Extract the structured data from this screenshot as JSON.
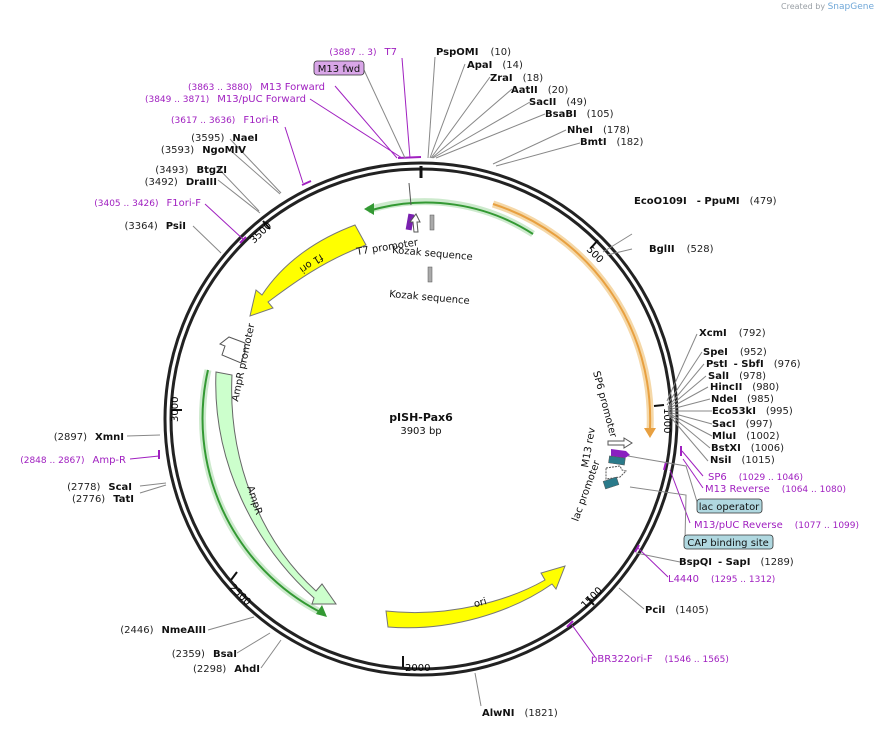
{
  "credit": {
    "prefix": "Created by",
    "brand": "SnapGene"
  },
  "plasmid": {
    "name": "pISH-Pax6",
    "length": "3903 bp"
  },
  "ticks": [
    "500",
    "1000",
    "1500",
    "2000",
    "2500",
    "3000",
    "3500"
  ],
  "enzymes": [
    {
      "name": "PspOMI",
      "pos": "(10)"
    },
    {
      "name": "ApaI",
      "pos": "(14)"
    },
    {
      "name": "ZraI",
      "pos": "(18)"
    },
    {
      "name": "AatII",
      "pos": "(20)"
    },
    {
      "name": "SacII",
      "pos": "(49)"
    },
    {
      "name": "BsaBI",
      "pos": "(105)"
    },
    {
      "name": "NheI",
      "pos": "(178)"
    },
    {
      "name": "BmtI",
      "pos": "(182)"
    },
    {
      "name": "EcoO109I",
      "pos": "(479)",
      "name2": "PpuMI"
    },
    {
      "name": "BglII",
      "pos": "(528)"
    },
    {
      "name": "XcmI",
      "pos": "(792)"
    },
    {
      "name": "SpeI",
      "pos": "(952)"
    },
    {
      "name": "PstI",
      "pos": "(976)",
      "name2": "SbfI"
    },
    {
      "name": "SalI",
      "pos": "(978)"
    },
    {
      "name": "HincII",
      "pos": "(980)"
    },
    {
      "name": "NdeI",
      "pos": "(985)"
    },
    {
      "name": "Eco53kI",
      "pos": "(995)"
    },
    {
      "name": "SacI",
      "pos": "(997)"
    },
    {
      "name": "MluI",
      "pos": "(1002)"
    },
    {
      "name": "BstXI",
      "pos": "(1006)"
    },
    {
      "name": "NsiI",
      "pos": "(1015)"
    },
    {
      "name": "BspQI",
      "pos": "(1289)",
      "name2": "SapI"
    },
    {
      "name": "PciI",
      "pos": "(1405)"
    },
    {
      "name": "AlwNI",
      "pos": "(1821)"
    },
    {
      "name": "AhdI",
      "pos": "(2298)"
    },
    {
      "name": "BsaI",
      "pos": "(2359)"
    },
    {
      "name": "NmeAIII",
      "pos": "(2446)"
    },
    {
      "name": "TatI",
      "pos": "(2776)"
    },
    {
      "name": "ScaI",
      "pos": "(2778)"
    },
    {
      "name": "XmnI",
      "pos": "(2897)"
    },
    {
      "name": "PsiI",
      "pos": "(3364)"
    },
    {
      "name": "DraIII",
      "pos": "(3492)"
    },
    {
      "name": "BtgZI",
      "pos": "(3493)"
    },
    {
      "name": "NgoMIV",
      "pos": "(3593)"
    },
    {
      "name": "NaeI",
      "pos": "(3595)"
    }
  ],
  "primers": [
    {
      "name": "T7",
      "range": "(3887 .. 3)"
    },
    {
      "name": "M13 Forward",
      "range": "(3863 .. 3880)"
    },
    {
      "name": "M13/pUC Forward",
      "range": "(3849 .. 3871)"
    },
    {
      "name": "F1ori-R",
      "range": "(3617 .. 3636)"
    },
    {
      "name": "F1ori-F",
      "range": "(3405 .. 3426)"
    },
    {
      "name": "Amp-R",
      "range": "(2848 .. 2867)"
    },
    {
      "name": "SP6",
      "range": "(1029 .. 1046)"
    },
    {
      "name": "M13 Reverse",
      "range": "(1064 .. 1080)"
    },
    {
      "name": "M13/pUC Reverse",
      "range": "(1077 .. 1099)"
    },
    {
      "name": "L4440",
      "range": "(1295 .. 1312)"
    },
    {
      "name": "pBR322ori-F",
      "range": "(1546 .. 1565)"
    }
  ],
  "boxed_features": [
    "M13 fwd",
    "lac operator",
    "CAP binding site"
  ],
  "features": {
    "t7_promoter": "T7 promoter",
    "kozak1": "Kozak sequence",
    "kozak2": "Kozak sequence",
    "f1_ori": "f1 ori",
    "ampr_promoter": "AmpR promoter",
    "ampr": "AmpR",
    "ori": "ori",
    "sp6_promoter": "SP6 promoter",
    "m13_rev": "M13 rev",
    "lac_promoter": "lac promoter"
  },
  "colors": {
    "backbone": "#222222",
    "primer": "#a020c0",
    "f1_ori": "#ffff00",
    "ori": "#ffff00",
    "ampr": "#ccffcc",
    "sp6_track": "#e8a040",
    "green_track": "#339933",
    "box_fill": "#b0d8e0",
    "m13fwd_box": "#d9a6e8"
  }
}
